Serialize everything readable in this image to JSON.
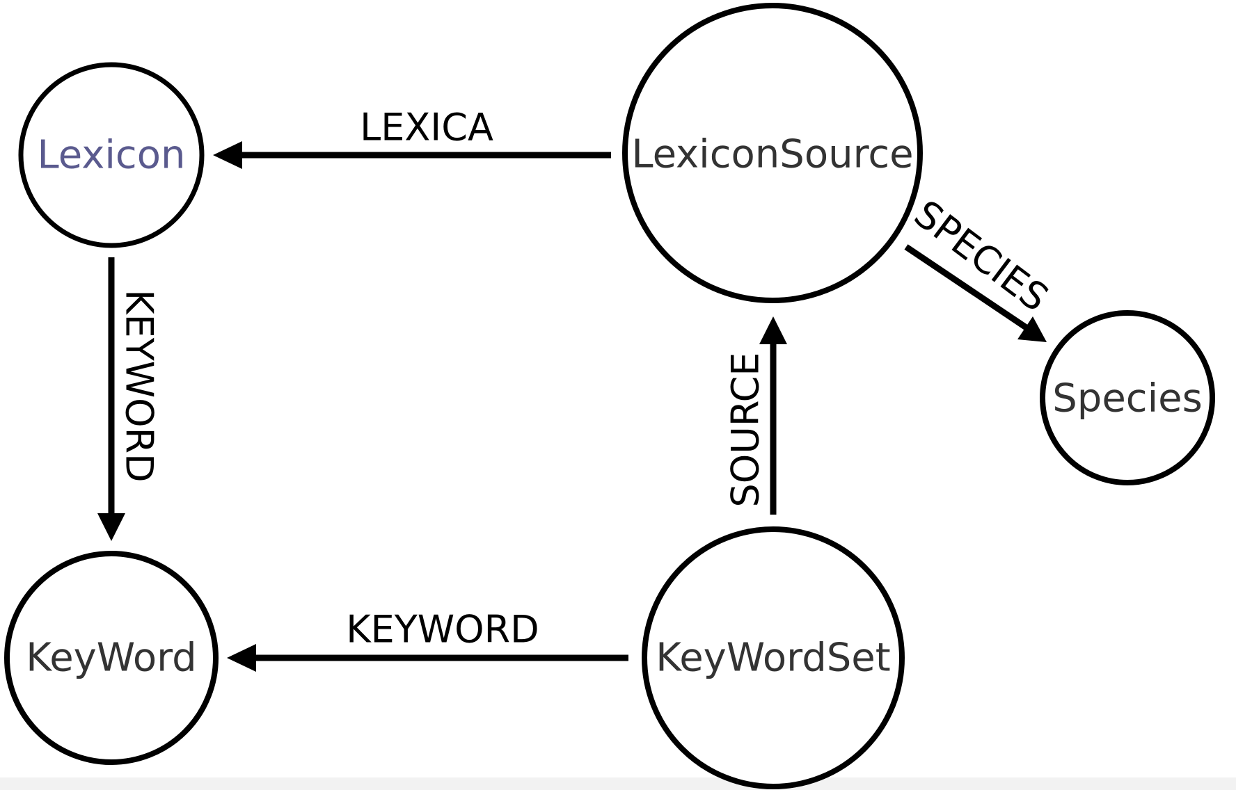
{
  "nodes": {
    "lexicon": {
      "label": "Lexicon",
      "highlighted": true
    },
    "lexiconsource": {
      "label": "LexiconSource",
      "highlighted": false
    },
    "species": {
      "label": "Species",
      "highlighted": false
    },
    "keyword": {
      "label": "KeyWord",
      "highlighted": false
    },
    "keywordset": {
      "label": "KeyWordSet",
      "highlighted": false
    }
  },
  "edges": {
    "lexica": {
      "label": "LEXICA",
      "from": "LexiconSource",
      "to": "Lexicon"
    },
    "keyword_down": {
      "label": "KEYWORD",
      "from": "Lexicon",
      "to": "KeyWord"
    },
    "species": {
      "label": "SPECIES",
      "from": "LexiconSource",
      "to": "Species"
    },
    "source": {
      "label": "SOURCE",
      "from": "KeyWordSet",
      "to": "LexiconSource"
    },
    "keyword_left": {
      "label": "KEYWORD",
      "from": "KeyWordSet",
      "to": "KeyWord"
    }
  },
  "colors": {
    "highlight_fill": "#c9c9f9",
    "highlight_stroke": "#4d4d80",
    "highlight_text": "#5a5a8e",
    "node_text": "#333333",
    "edge": "#000000"
  }
}
